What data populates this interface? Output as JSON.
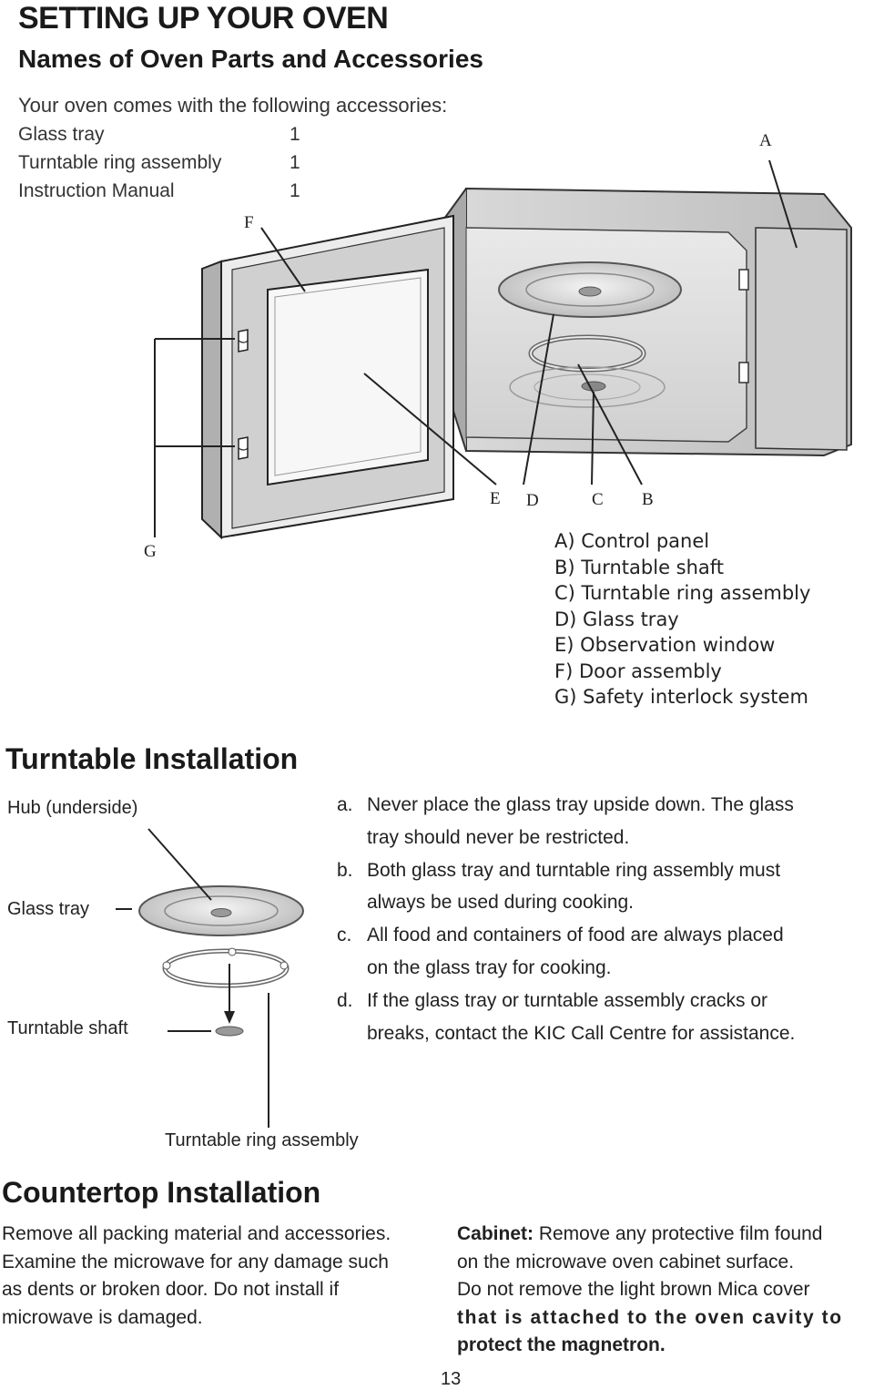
{
  "header": {
    "title": "SETTING UP YOUR OVEN",
    "subtitle": "Names of Oven Parts and Accessories"
  },
  "accessories": {
    "intro": "Your oven comes with the following accessories:",
    "items": [
      {
        "name": "Glass tray",
        "qty": "1"
      },
      {
        "name": "Turntable ring assembly",
        "qty": "1"
      },
      {
        "name": "Instruction Manual",
        "qty": "1"
      }
    ]
  },
  "diagram": {
    "letters": {
      "A": "A",
      "B": "B",
      "C": "C",
      "D": "D",
      "E": "E",
      "F": "F",
      "G": "G"
    }
  },
  "legend": [
    "A) Control panel",
    "B) Turntable shaft",
    "C) Turntable ring assembly",
    "D) Glass tray",
    "E) Observation window",
    "F) Door assembly",
    "G) Safety interlock system"
  ],
  "turntable": {
    "title": "Turntable Installation",
    "labels": {
      "hub": "Hub (underside)",
      "glass_tray": "Glass tray",
      "shaft": "Turntable shaft",
      "ring": "Turntable ring assembly"
    },
    "steps": [
      {
        "marker": "a.",
        "lines": [
          "Never place the glass tray upside down. The glass",
          "tray should never be restricted."
        ]
      },
      {
        "marker": "b.",
        "lines": [
          "Both glass tray and turntable ring assembly must",
          "always be used during cooking."
        ]
      },
      {
        "marker": "c.",
        "lines": [
          "All food and containers of food are always placed",
          "on the glass tray for cooking."
        ]
      },
      {
        "marker": "d.",
        "lines": [
          "If the glass tray or turntable assembly cracks or",
          "breaks, contact the KIC Call Centre for assistance."
        ]
      }
    ]
  },
  "countertop": {
    "title": "Countertop Installation",
    "left_lines": [
      "Remove all packing material and accessories.",
      "Examine the microwave for any damage such",
      "as dents or broken door. Do not install if",
      "microwave is damaged."
    ],
    "cabinet_label": "Cabinet:",
    "right_lines": [
      " Remove any protective film found",
      "on the microwave oven cabinet surface.",
      "Do not remove the light brown Mica cover",
      "that is attached to the oven cavity to",
      "protect the magnetron."
    ]
  },
  "page_number": "13"
}
